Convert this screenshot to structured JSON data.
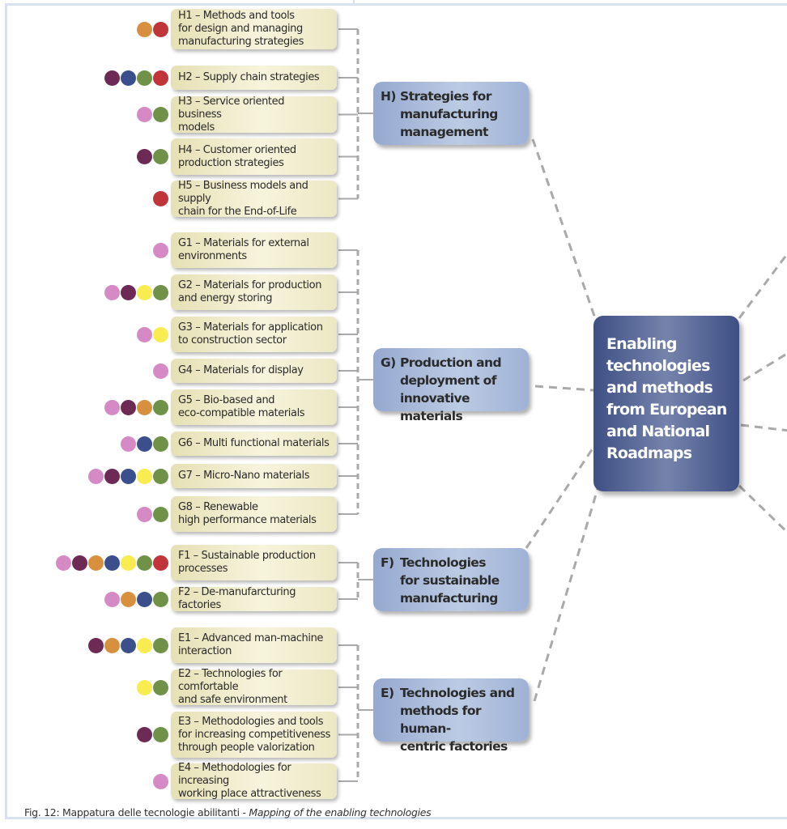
{
  "colors": {
    "pink": "#d58ac5",
    "purple": "#6d2a55",
    "orange": "#d8903f",
    "blue": "#3a4f8c",
    "yellow": "#f8ec50",
    "green": "#6f9248",
    "red": "#c0353a"
  },
  "hub": {
    "label": "Enabling\ntechnologies\nand methods\nfrom European\nand National\nRoadmaps"
  },
  "categories": [
    {
      "code": "H)",
      "label": "Strategies for\nmanufacturing\nmanagement",
      "items": [
        {
          "text": "H1 – Methods and tools\nfor design and managing\nmanufacturing strategies",
          "dots": [
            "orange",
            "red"
          ]
        },
        {
          "text": "H2 – Supply chain strategies",
          "dots": [
            "purple",
            "blue",
            "green",
            "red"
          ]
        },
        {
          "text": "H3 – Service oriented business\nmodels",
          "dots": [
            "pink",
            "green"
          ]
        },
        {
          "text": "H4 – Customer oriented\nproduction strategies",
          "dots": [
            "purple",
            "green"
          ]
        },
        {
          "text": "H5 – Business models and supply\nchain for the End-of-Life",
          "dots": [
            "red"
          ]
        }
      ]
    },
    {
      "code": "G)",
      "label": "Production and\ndeployment of\ninnovative materials",
      "items": [
        {
          "text": "G1 – Materials for external\nenvironments",
          "dots": [
            "pink"
          ]
        },
        {
          "text": "G2 – Materials for production\nand energy storing",
          "dots": [
            "pink",
            "purple",
            "yellow",
            "green"
          ]
        },
        {
          "text": "G3 – Materials for application\nto construction sector",
          "dots": [
            "pink",
            "yellow"
          ]
        },
        {
          "text": "G4 – Materials for display",
          "dots": [
            "pink"
          ]
        },
        {
          "text": "G5 – Bio-based and\neco-compatible materials",
          "dots": [
            "pink",
            "purple",
            "orange",
            "green"
          ]
        },
        {
          "text": "G6 – Multi functional materials",
          "dots": [
            "pink",
            "blue",
            "green"
          ]
        },
        {
          "text": "G7 – Micro-Nano materials",
          "dots": [
            "pink",
            "purple",
            "blue",
            "yellow",
            "green"
          ]
        },
        {
          "text": "G8 –  Renewable\nhigh performance materials",
          "dots": [
            "pink",
            "green"
          ]
        }
      ]
    },
    {
      "code": "F)",
      "label": "Technologies\nfor sustainable\nmanufacturing",
      "items": [
        {
          "text": "F1 – Sustainable production\nprocesses",
          "dots": [
            "pink",
            "purple",
            "orange",
            "blue",
            "yellow",
            "green",
            "red"
          ]
        },
        {
          "text": "F2 – De-manufarcturing factories",
          "dots": [
            "pink",
            "orange",
            "blue",
            "green"
          ]
        }
      ]
    },
    {
      "code": "E)",
      "label": "Technologies and\nmethods for human-\ncentric factories",
      "items": [
        {
          "text": "E1 – Advanced man-machine\ninteraction",
          "dots": [
            "purple",
            "orange",
            "blue",
            "yellow",
            "green"
          ]
        },
        {
          "text": "E2 – Technologies for comfortable\nand safe environment",
          "dots": [
            "yellow",
            "green"
          ]
        },
        {
          "text": "E3 – Methodologies and tools\nfor increasing competitiveness\nthrough people valorization",
          "dots": [
            "purple",
            "green"
          ]
        },
        {
          "text": "E4 – Methodologies for increasing\nworking place attractiveness",
          "dots": [
            "pink"
          ]
        }
      ]
    }
  ],
  "caption": {
    "text": "Fig. 12: Mappatura delle tecnologie abilitanti - ",
    "italic": "Mapping of the enabling technologies"
  }
}
